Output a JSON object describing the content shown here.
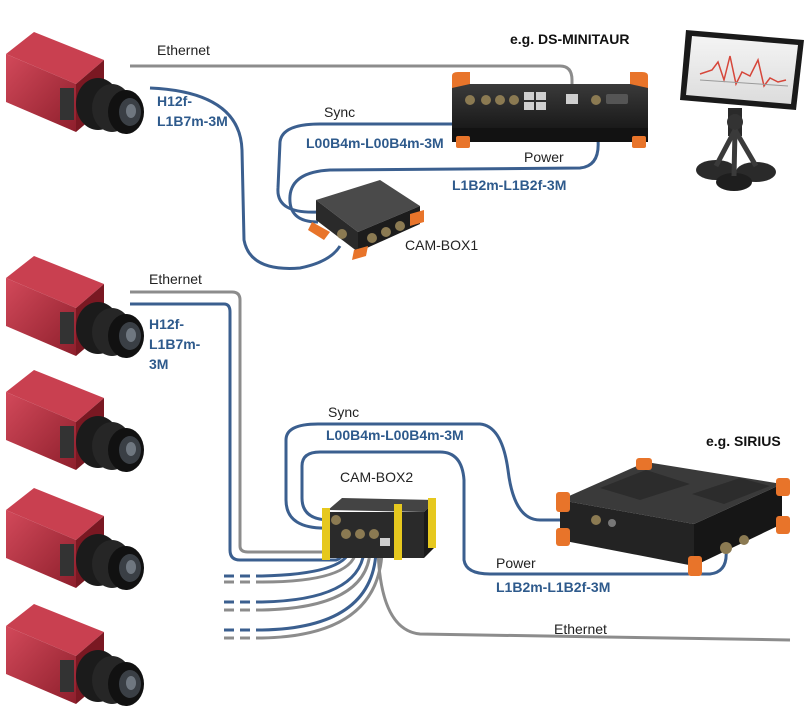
{
  "colors": {
    "ethernet_cable": "#8c8c8c",
    "blue_cable": "#3b5f8f",
    "label_blue": "#2e5a8c",
    "camera_red": "#b3303c",
    "device_orange": "#e8742a",
    "device_black": "#1e1e1e",
    "camera_lens": "#151515"
  },
  "labels": {
    "ethernet_top": "Ethernet",
    "h12f_top": "H12f-",
    "l1b7m_top": "L1B7m-3M",
    "sync_top": "Sync",
    "l00b4m_top": "L00B4m-L00B4m-3M",
    "power_top": "Power",
    "l1b2m_top": "L1B2m-L1B2f-3M",
    "cam_box1": "CAM-BOX1",
    "ds_minitaur": "e.g. DS-MINITAUR",
    "ethernet_mid": "Ethernet",
    "h12f_mid_1": "H12f-",
    "h12f_mid_2": "L1B7m-",
    "h12f_mid_3": "3M",
    "sync_bottom": "Sync",
    "l00b4m_bottom": "L00B4m-L00B4m-3M",
    "cam_box2": "CAM-BOX2",
    "sirius": "e.g. SIRIUS",
    "power_bottom": "Power",
    "l1b2m_bottom": "L1B2m-L1B2f-3M",
    "ethernet_bottom": "Ethernet"
  },
  "icons": {
    "camera": "industrial-camera-icon",
    "tablet": "tablet-display-icon",
    "daq": "daq-device-icon",
    "cam_box": "cam-box-icon"
  }
}
